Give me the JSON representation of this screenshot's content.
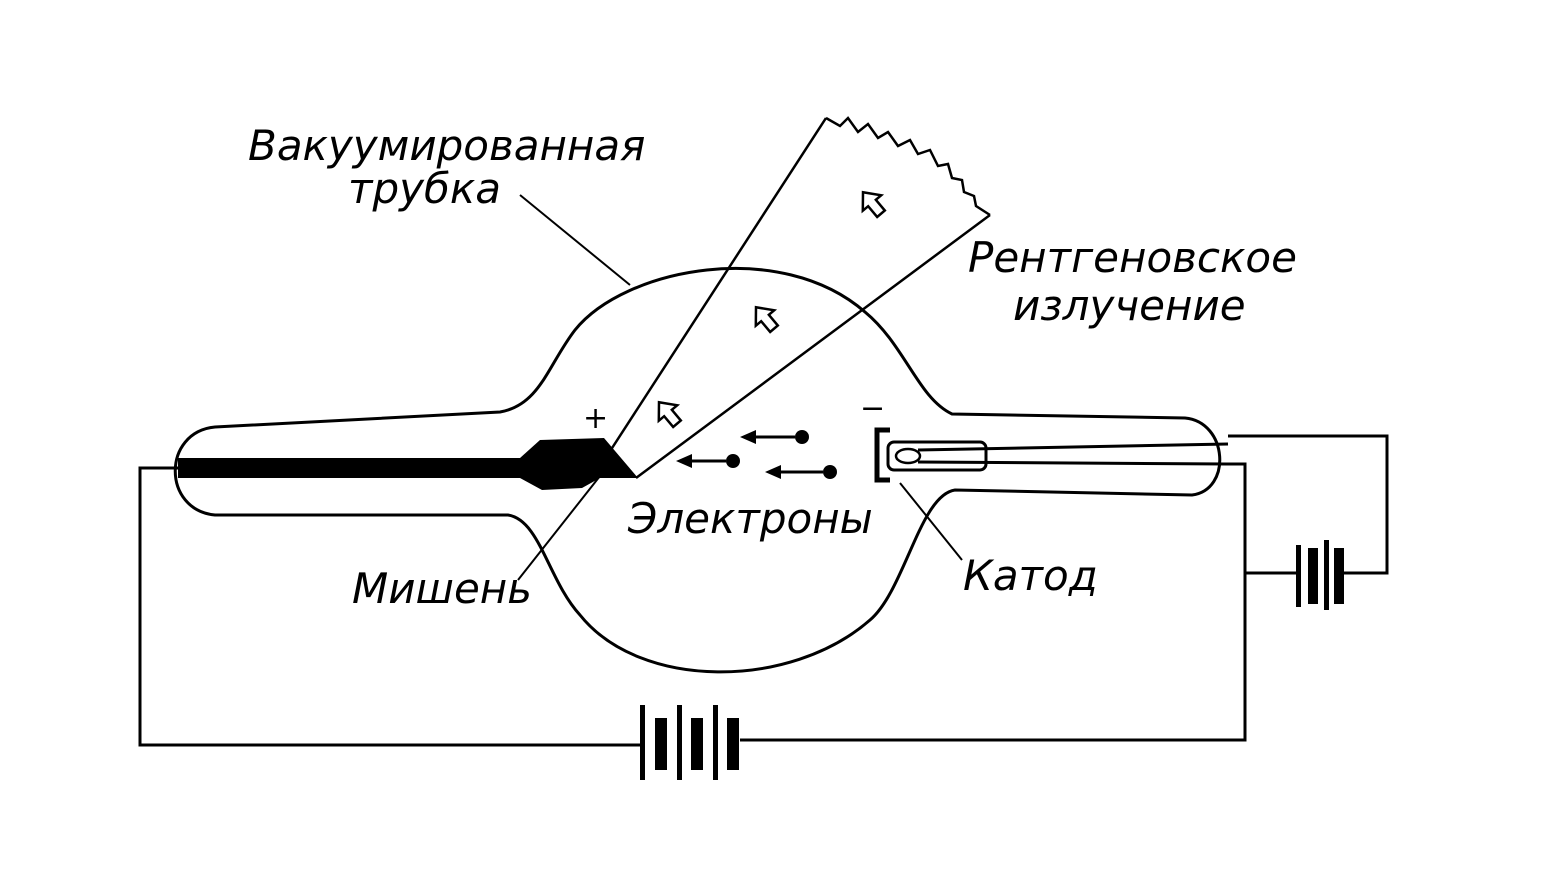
{
  "labels": {
    "tube_line1": "Вакуумированная",
    "tube_line2": "трубка",
    "xray_line1": "Рентгеновское",
    "xray_line2": "излучение",
    "target": "Мишень",
    "electrons": "Электроны",
    "cathode": "Катод",
    "anode_sign": "+",
    "cathode_sign": "−"
  },
  "colors": {
    "ink": "#000000",
    "background": "#ffffff"
  },
  "icons": {
    "xray_arrow": "outline-arrow-icon",
    "electron": "electron-dot-arrow-icon",
    "battery": "battery-icon"
  }
}
